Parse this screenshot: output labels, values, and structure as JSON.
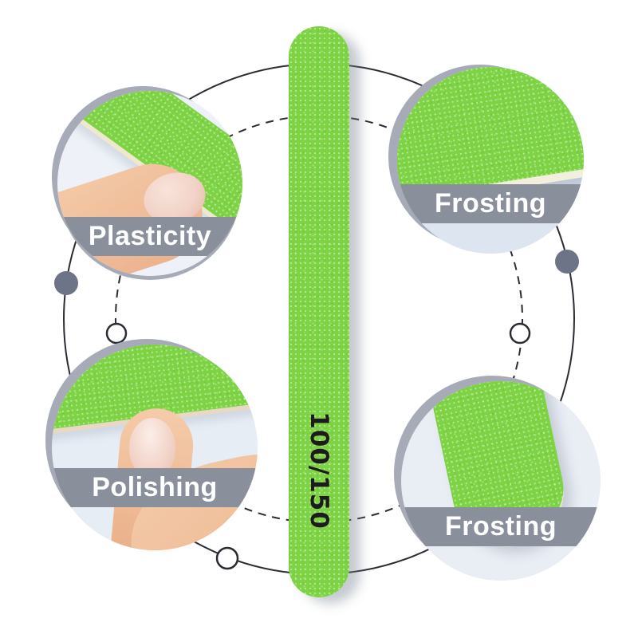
{
  "product": {
    "grit_label": "100/150"
  },
  "callouts": [
    {
      "label": "Plasticity",
      "position": "top-left"
    },
    {
      "label": "Frosting",
      "position": "top-right"
    },
    {
      "label": "Polishing",
      "position": "bottom-left"
    },
    {
      "label": "Frosting",
      "position": "bottom-right"
    }
  ],
  "colors": {
    "green": "#7ed344",
    "band": "#8a8f9c",
    "ring": "#a7abb8",
    "dot": "#6e7487",
    "line": "#2b2b33",
    "skin": "#f5cba9",
    "skin-deep": "#eab18b",
    "nailc": "#f2d3c7",
    "cream": "#efe8cd",
    "ink": "#1c1c1c",
    "white": "#ffffff",
    "photo-bg": "#e9eef6"
  }
}
